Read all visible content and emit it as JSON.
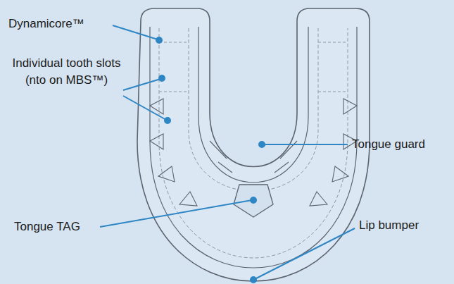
{
  "diagram": {
    "labels": [
      "Dynamicore™",
      "Individual tooth slots (nto on MBS™)",
      "Tongue TAG",
      "Tongue guard",
      "Lip bumper"
    ]
  }
}
